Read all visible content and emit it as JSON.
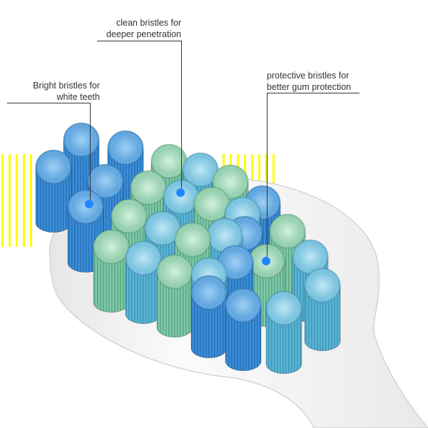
{
  "image": {
    "subject": "toothbrush-head-bristle-tufts",
    "background_color": "#ffffff",
    "highlight_color": "#ffff00",
    "marker_color": "#1e88ff",
    "tuft_colors": {
      "blue": "#3a8fd8",
      "green": "#7fc9a8",
      "teal": "#5bb6d6"
    }
  },
  "callouts": {
    "bright": {
      "line1": "Bright bristles for",
      "line2": "white teeth"
    },
    "clean": {
      "line1": "clean bristles for",
      "line2": "deeper penetration"
    },
    "protective": {
      "line1": "protective bristles for",
      "line2": "better gum protection"
    }
  }
}
